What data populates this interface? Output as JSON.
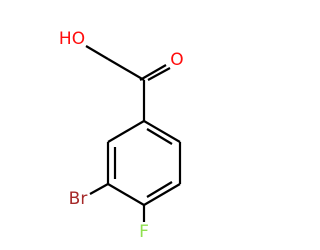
{
  "molecule": {
    "atoms": {
      "hydroxyl": {
        "label": "HO",
        "color": "#ff0d0d"
      },
      "carbonyl_oxygen": {
        "label": "O",
        "color": "#ff0d0d"
      },
      "bromine": {
        "label": "Br",
        "color": "#a62929"
      },
      "fluorine": {
        "label": "F",
        "color": "#90e050"
      }
    },
    "bond_color": "#000000"
  }
}
